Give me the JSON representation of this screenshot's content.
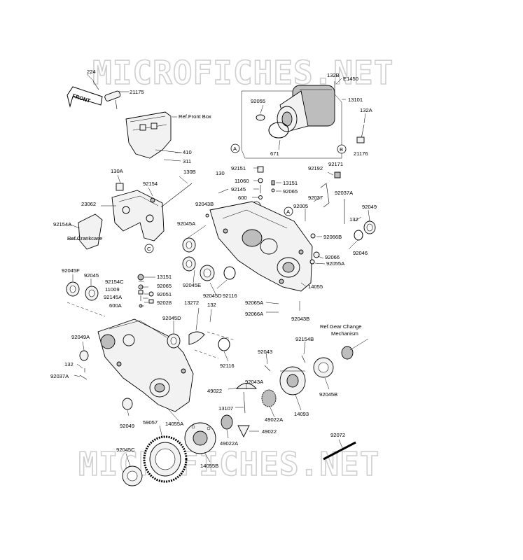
{
  "watermark": {
    "text": "MICROFICHES.NET"
  },
  "front_arrow": {
    "text": "FRONT"
  },
  "callouts": {
    "a": "A",
    "b": "B",
    "c": "C"
  },
  "labels": {
    "p224": "224",
    "p21175": "21175",
    "refFrontBox": "Ref.Front Box",
    "p410": "410",
    "p311": "311",
    "p130A": "130A",
    "p130B": "130B",
    "p92154": "92154",
    "p23062": "23062",
    "p92154A": "92154A",
    "refCrankcase": "Ref.Crankcase",
    "p130": "130",
    "p92043B_a": "92043B",
    "p92045A": "92045A",
    "p92151": "92151",
    "p11060": "11060",
    "p92145": "92145",
    "p600": "600",
    "p13151_a": "13151",
    "p92065_a": "92065",
    "p92055": "92055",
    "p671": "671",
    "p132B": "132B",
    "pE1450": "E1450",
    "p13101": "13101",
    "p132A": "132A",
    "p21176": "21176",
    "p92192": "92192",
    "p92171": "92171",
    "p92037": "92037",
    "p92037A_a": "92037A",
    "p92049_a": "92049",
    "p92005": "92005",
    "p132_a": "132",
    "p92066B": "92066B",
    "p92046": "92046",
    "p92066": "92066",
    "p92055A": "92055A",
    "p92045F": "92045F",
    "p92045": "92045",
    "p92154C": "92154C",
    "p13151_b": "13151",
    "p92065_b": "92065",
    "p11009": "11009",
    "p92051": "92051",
    "p92145A": "92145A",
    "p92028": "92028",
    "p600A": "600A",
    "p13272": "13272",
    "p132_b": "132",
    "p92045E": "92045E",
    "p92045D_a": "92045D",
    "p92116_a": "92116",
    "p14055": "14055",
    "p92065A": "92065A",
    "p92066A": "92066A",
    "p92043B_b": "92043B",
    "refGearChange1": "Ref.Gear Change",
    "refGearChange2": "Mechanism",
    "p92045D_b": "92045D",
    "p92049A": "92049A",
    "p132_c": "132",
    "p92037A_b": "92037A",
    "p92116_b": "92116",
    "p92043": "92043",
    "p92154B": "92154B",
    "p49022": "49022",
    "p92043A": "92043A",
    "p13107": "13107",
    "p49022A_a": "49022A",
    "p14093": "14093",
    "p92045B": "92045B",
    "p92049_b": "92049",
    "p59057": "59057",
    "p14055A": "14055A",
    "p49022A_b": "49022A",
    "p49022_b": "49022",
    "p92072": "92072",
    "p92045C": "92045C",
    "p14055B": "14055B"
  }
}
